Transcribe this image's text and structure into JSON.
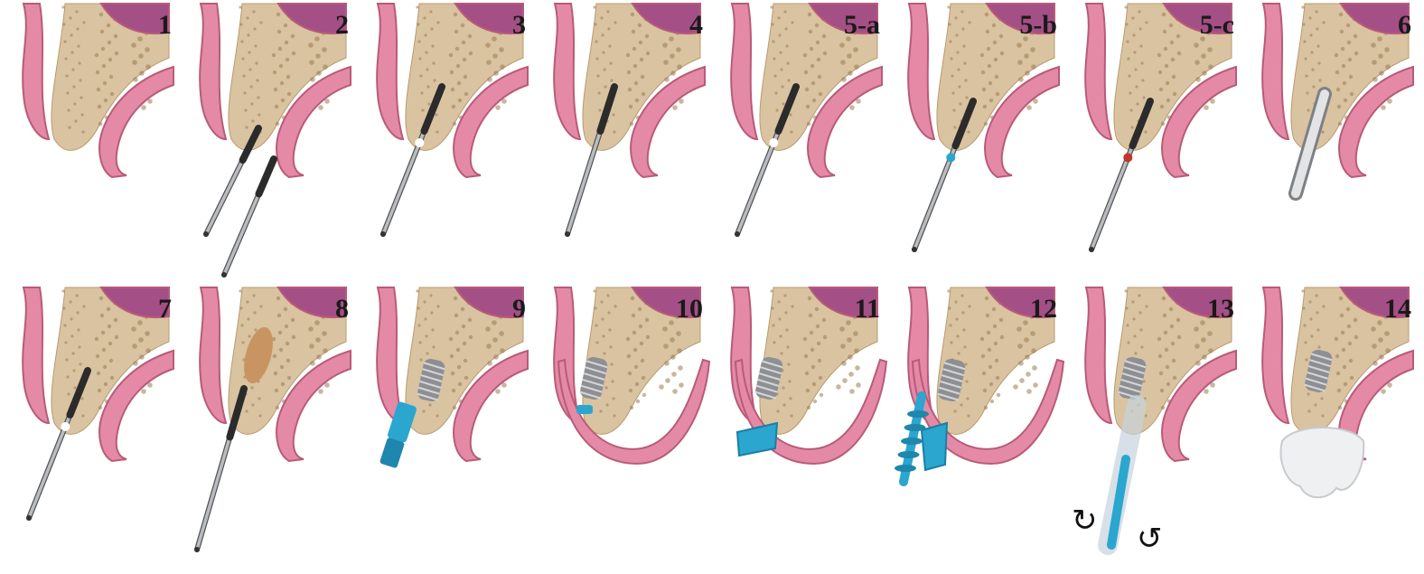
{
  "colors": {
    "gum": "#e58aa6",
    "gum_edge": "#b85b78",
    "bone": "#d9c3a0",
    "bone_dot": "#9a7a50",
    "sinus": "#a44f86",
    "metal": "#b9bcc0",
    "metal_dark": "#2b2b2b",
    "blue": "#2aa6cf",
    "crown": "#eef0f2"
  },
  "panels": [
    {
      "label": "1",
      "tool": "none",
      "name": "step-1"
    },
    {
      "label": "2",
      "tool": "pilot",
      "name": "step-2"
    },
    {
      "label": "3",
      "tool": "drill",
      "name": "step-3"
    },
    {
      "label": "4",
      "tool": "rod",
      "name": "step-4"
    },
    {
      "label": "5-a",
      "tool": "drill",
      "name": "step-5-a"
    },
    {
      "label": "5-b",
      "tool": "drill-blue",
      "name": "step-5-b"
    },
    {
      "label": "5-c",
      "tool": "drill-red",
      "name": "step-5-c"
    },
    {
      "label": "6",
      "tool": "tap",
      "name": "step-6"
    },
    {
      "label": "7",
      "tool": "drill",
      "name": "step-7"
    },
    {
      "label": "8",
      "tool": "driver",
      "name": "step-8"
    },
    {
      "label": "9",
      "tool": "implant-blue",
      "name": "step-9"
    },
    {
      "label": "10",
      "tool": "cover",
      "name": "step-10"
    },
    {
      "label": "11",
      "tool": "healing",
      "name": "step-11"
    },
    {
      "label": "12",
      "tool": "abutments",
      "name": "step-12"
    },
    {
      "label": "13",
      "tool": "screwdriver",
      "name": "step-13"
    },
    {
      "label": "14",
      "tool": "crown",
      "name": "step-14"
    }
  ],
  "rotation_arrows": [
    "↻",
    "↺"
  ]
}
